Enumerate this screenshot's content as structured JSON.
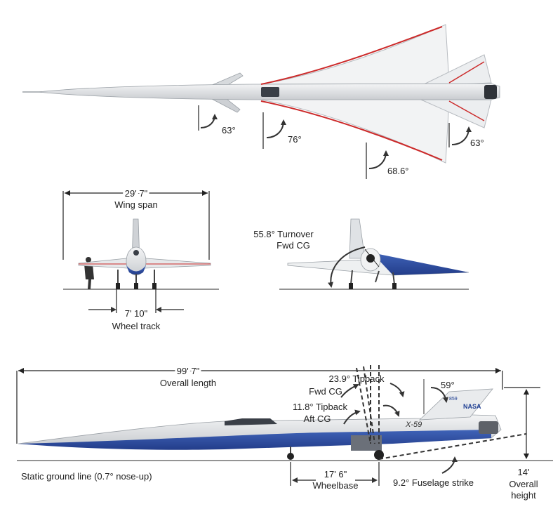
{
  "top_view": {
    "angles": [
      "63°",
      "76°",
      "68.6°",
      "63°"
    ]
  },
  "front_view": {
    "span_value": "29' 7\"",
    "span_label": "Wing span",
    "track_value": "7' 10\"",
    "track_label": "Wheel track"
  },
  "turnover_view": {
    "line1": "55.8° Turnover",
    "line2": "Fwd CG"
  },
  "side_view": {
    "length_value": "99' 7\"",
    "length_label": "Overall length",
    "tipback_fwd_line1": "23.9° Tipback",
    "tipback_fwd_line2": "Fwd CG",
    "tipback_aft_line1": "11.8° Tipback",
    "tipback_aft_line2": "Aft CG",
    "tail_angle": "59°",
    "ground_line": "Static ground line (0.7° nose-up)",
    "wheelbase_value": "17' 6\"",
    "wheelbase_label": "Wheelbase",
    "fuselage_strike": "9.2° Fuselage strike",
    "height_value": "14'",
    "height_label_1": "Overall",
    "height_label_2": "height",
    "aircraft_name": "X-59",
    "tail_logo": "NASA",
    "tail_number": "859"
  }
}
